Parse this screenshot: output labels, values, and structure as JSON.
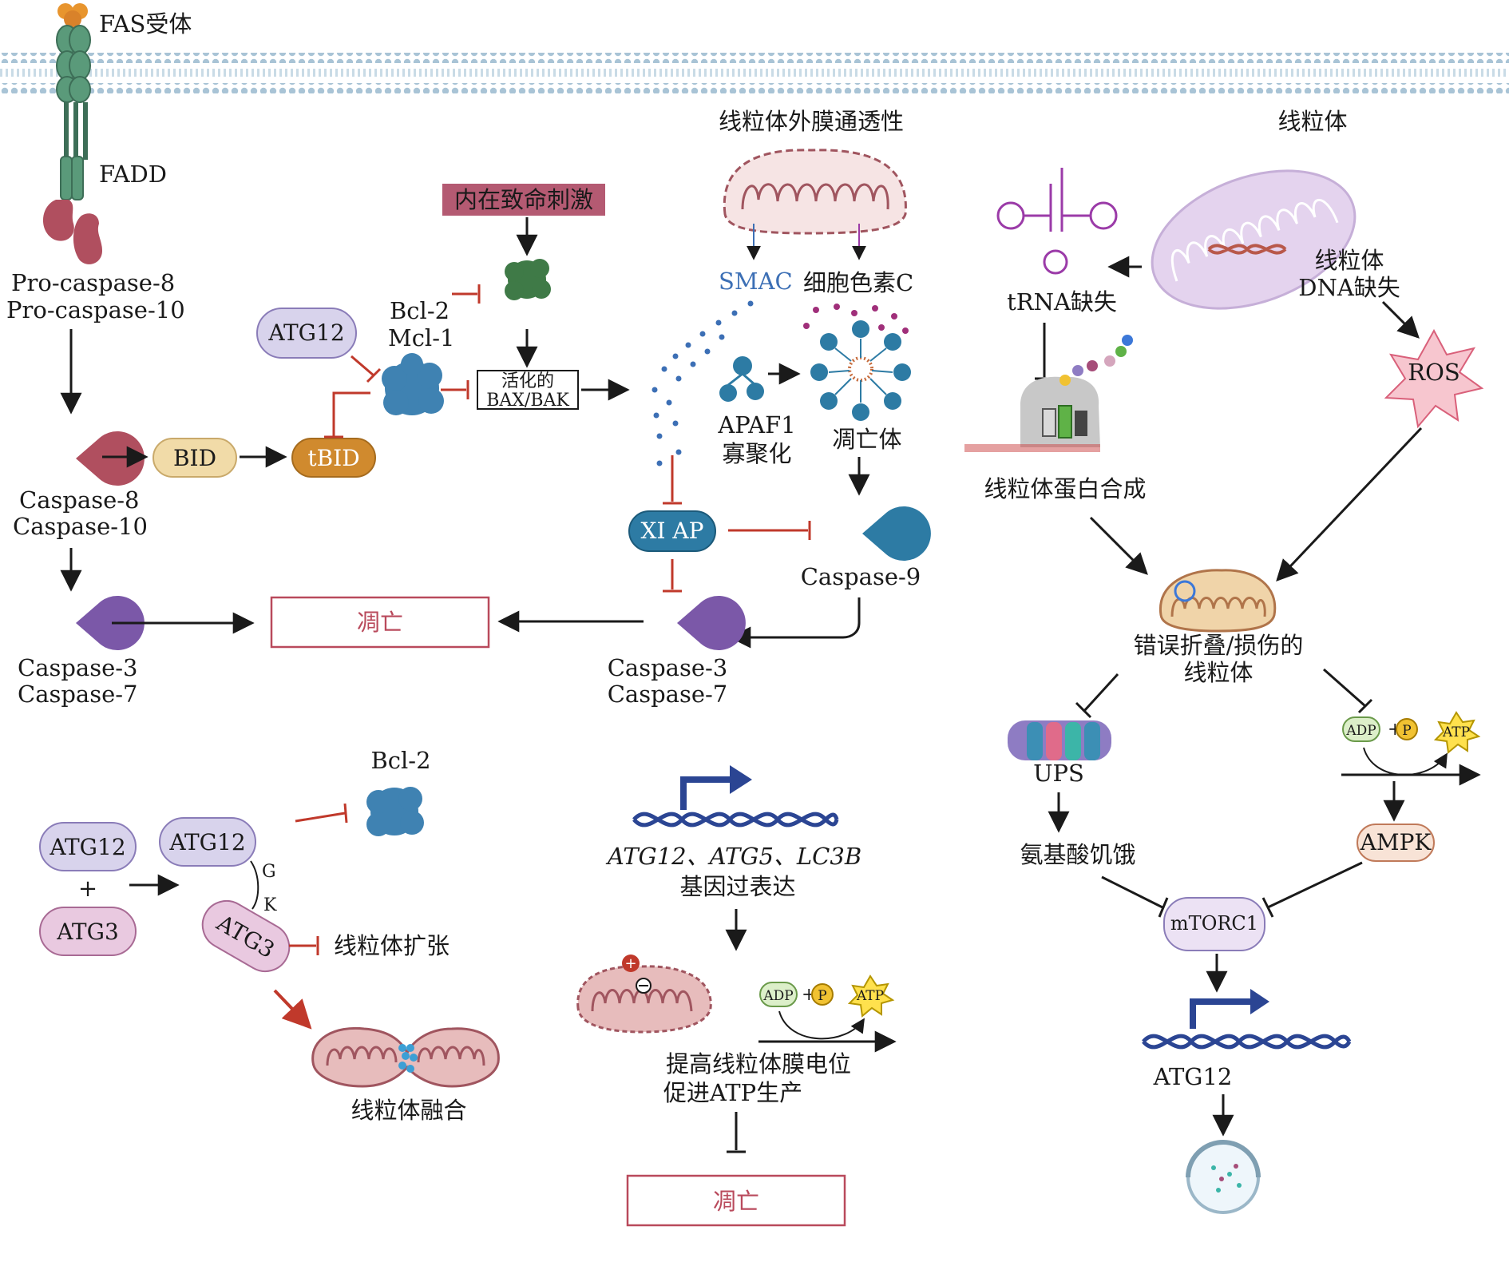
{
  "labels": {
    "fas_receptor": "FAS受体",
    "fadd": "FADD",
    "pro_caspase_8": "Pro-caspase-8",
    "pro_caspase_10": "Pro-caspase-10",
    "caspase_8": "Caspase-8",
    "caspase_10": "Caspase-10",
    "caspase_3_left": "Caspase-3",
    "caspase_7_left": "Caspase-7",
    "bid": "BID",
    "tbid": "tBID",
    "atg12_top": "ATG12",
    "bcl2": "Bcl-2",
    "mcl1": "Mcl-1",
    "intrinsic_stimulus": "内在致命刺激",
    "activated_bax_line1": "活化的",
    "activated_bax_line2": "BAX/BAK",
    "momp": "线粒体外膜通透性",
    "smac": "SMAC",
    "cytochrome_c": "细胞色素C",
    "apaf1_line1": "APAF1",
    "apaf1_line2": "寡聚化",
    "apoptosome": "凋亡体",
    "xiap": "XI AP",
    "caspase_9": "Caspase-9",
    "apoptosis_mid": "凋亡",
    "caspase_3_mid": "Caspase-3",
    "caspase_7_mid": "Caspase-7",
    "mitochondrion": "线粒体",
    "trna_loss": "tRNA缺失",
    "mtdna_loss_line1": "线粒体",
    "mtdna_loss_line2": "DNA缺失",
    "ros": "ROS",
    "mito_protein_synthesis": "线粒体蛋白合成",
    "misfolded_line1": "错误折叠/损伤的",
    "misfolded_line2": "线粒体",
    "ups": "UPS",
    "aa_starvation": "氨基酸饥饿",
    "adp": "ADP",
    "p": "P",
    "atp": "ATP",
    "ampk": "AMPK",
    "mtorc1": "mTORC1",
    "atg12_gene": "ATG12",
    "atg12_b1": "ATG12",
    "atg3_b1": "ATG3",
    "plus": "+",
    "atg12_b2": "ATG12",
    "atg3_b2": "ATG3",
    "g": "G",
    "k": "K",
    "bcl2_bottom": "Bcl-2",
    "mito_expansion": "线粒体扩张",
    "mito_fusion": "线粒体融合",
    "genes_overexpr": "ATG12、ATG5、LC3B",
    "genes_overexpr_line2": "基因过表达",
    "adp2": "ADP",
    "p2": "P",
    "atp2": "ATP",
    "membrane_potential_line1": "提高线粒体膜电位",
    "membrane_potential_line2": "促进ATP生产",
    "apoptosis_bottom": "凋亡"
  },
  "colors": {
    "membrane": "#a9c4d6",
    "fas_orange": "#e8952e",
    "fas_green": "#5a9a7a",
    "caspase8": "#b04f5f",
    "caspase3": "#7b58a8",
    "caspase9": "#2d7ba4",
    "bid_fill": "#f1dba8",
    "tbid_fill": "#d08a2e",
    "atg12_fill": "#d8d3ec",
    "atg3_fill": "#e9c9e0",
    "bcl2_blue": "#3f82b2",
    "inhibit_red": "#c0392b",
    "stimulus_box": "#b45a72",
    "apoptosis_box": "#b94a5c",
    "mito_pink": "#e7bcbc",
    "mito_purple": "#e4d3ee",
    "ros_pink": "#f7c6cf",
    "dna_blue": "#2b4593",
    "xiap_fill": "#2d7ba4",
    "ampk_fill": "#f8e3d6",
    "mtorc1_fill": "#ece2f4"
  },
  "icons": [
    "fas-receptor-icon",
    "fadd-icon",
    "pro-caspase-icon",
    "caspase-8-pacman-icon",
    "caspase-3-pacman-icon",
    "caspase-9-pacman-icon",
    "bcl2-blob-icon",
    "bax-blob-icon",
    "mitochondrion-icon",
    "trna-icon",
    "ribosome-icon",
    "ros-star-icon",
    "proteasome-icon",
    "atp-star-icon",
    "dna-promoter-icon",
    "autophagosome-icon"
  ]
}
